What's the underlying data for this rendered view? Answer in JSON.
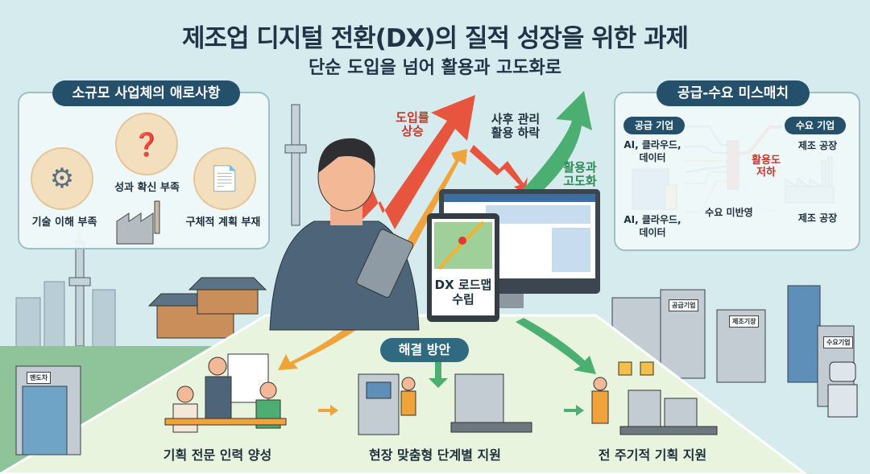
{
  "header": {
    "title": "제조업 디지털 전환(DX)의 질적 성장을 위한 과제",
    "subtitle": "단순 도입을 넘어 활용과 고도화로"
  },
  "left_panel": {
    "title": "소규모 사업체의 애로사항",
    "items": [
      {
        "label": "기술 이해 부족",
        "icon": "gears-icon"
      },
      {
        "label": "성과 확신 부족",
        "icon": "brain-money-icon"
      },
      {
        "label": "구체적 계획 부재",
        "icon": "person-document-icon"
      }
    ]
  },
  "center": {
    "arrow_up_label": "도입률\n상승",
    "arrow_down_label": "사후 관리\n활용 하락",
    "arrow_green_label": "활용과\n고도화",
    "tablet_label": "DX 로드맵\n수립"
  },
  "right_panel": {
    "title": "공급-수요 미스매치",
    "supply_label": "공급 기업",
    "supply_items": [
      "AI, 클라우드,\n데이터",
      "AI, 클라우드,\n데이터"
    ],
    "demand_label": "수요 기업",
    "demand_items": [
      "제조 공장",
      "제조 공장"
    ],
    "mismatch_label": "활용도\n저하",
    "unreflected_label": "수요 미반영"
  },
  "scene_tags": {
    "left_building": "맨도차",
    "supply": "공급기업",
    "factory": "제조기장",
    "demand": "수요기업"
  },
  "solutions": {
    "title": "해결 방안",
    "items": [
      "기획 전문 인력 양성",
      "현장 맞춤형 단계별 지원",
      "전 주기적 기획 지원"
    ]
  },
  "colors": {
    "navy": "#24506b",
    "red": "#e8553f",
    "orange": "#f0a33a",
    "green": "#4caf72",
    "bg": "#d6ebee"
  }
}
